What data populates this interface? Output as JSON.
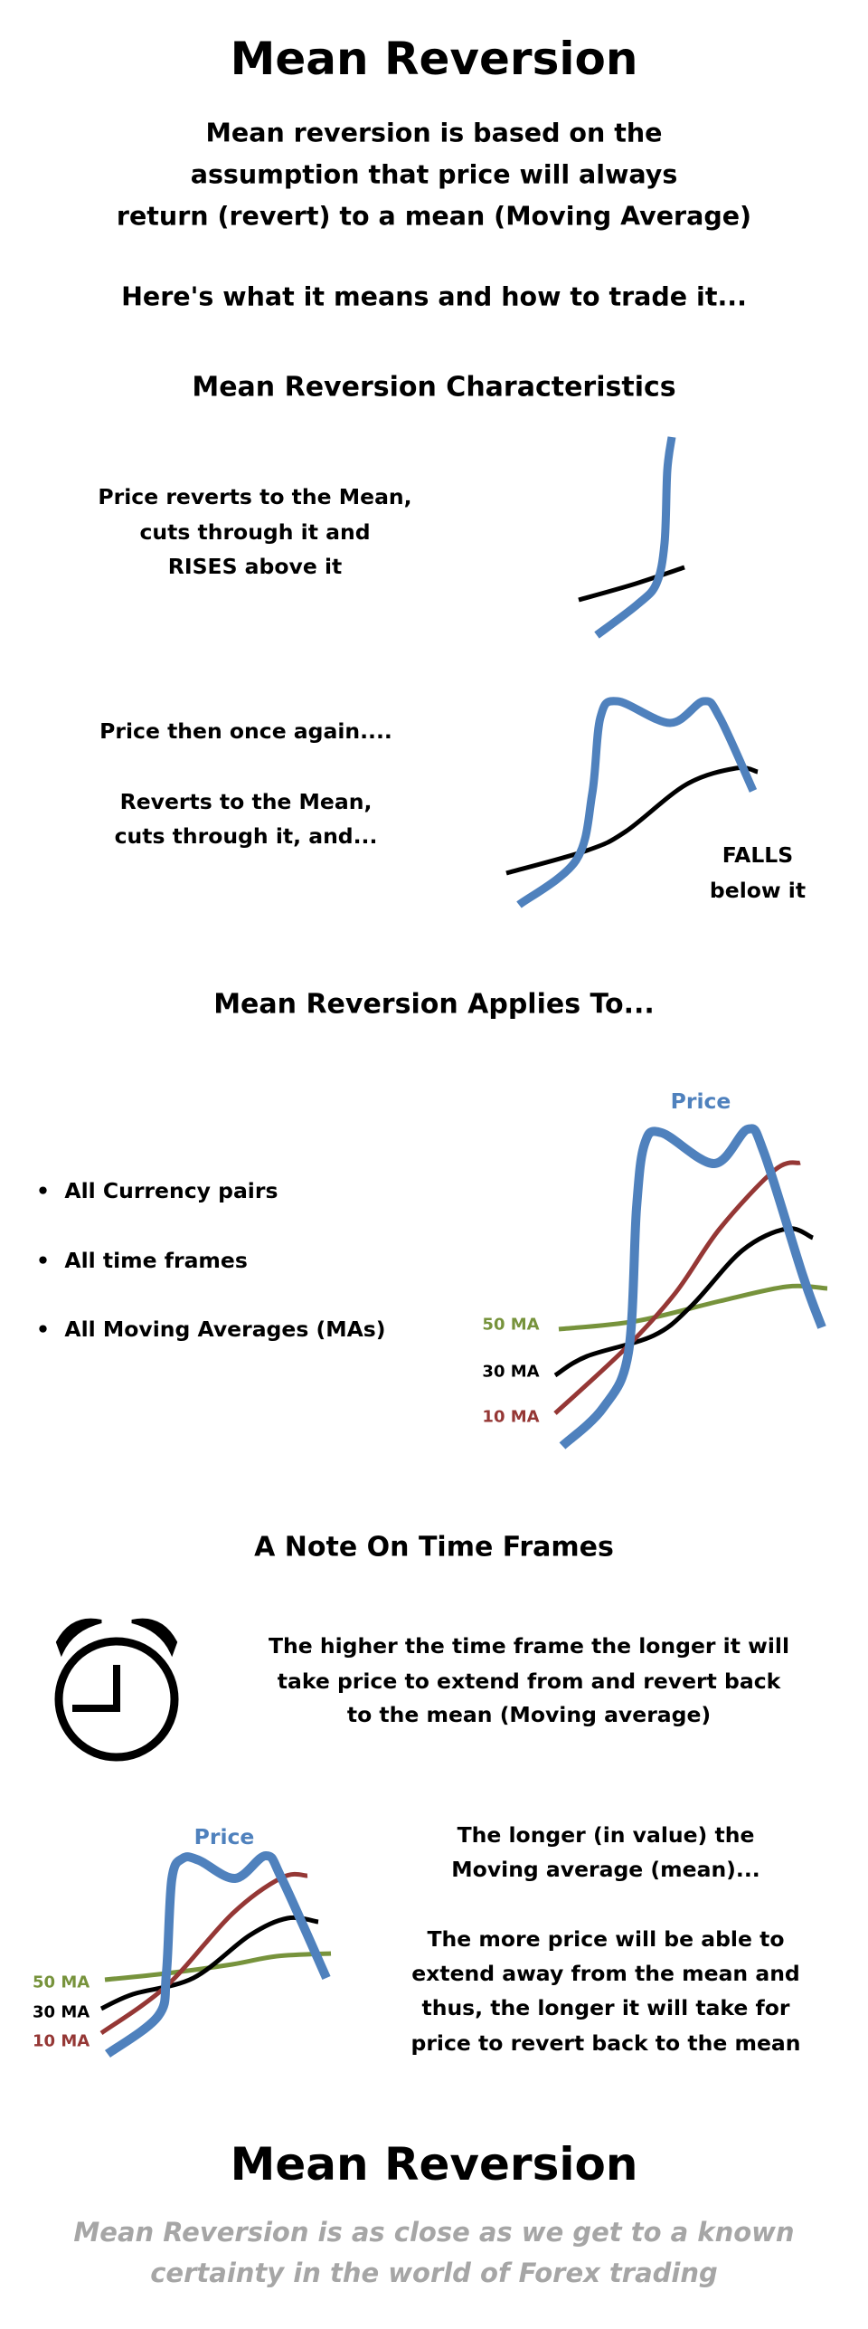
{
  "colors": {
    "price": "#4f81bd",
    "ma10": "#953735",
    "ma30": "#000000",
    "ma50": "#77933c",
    "tagline": "#a6a6a6"
  },
  "title": "Mean Reversion",
  "intro": [
    "Mean reversion is based on the",
    "assumption that price will always",
    "return (revert) to a mean (Moving Average)"
  ],
  "lead": "Here's what it means and how to trade it...",
  "characteristics": {
    "heading": "Mean Reversion Characteristics",
    "block1": [
      "Price reverts to the Mean,",
      "cuts through it and",
      "RISES above it"
    ],
    "block2": [
      "Price then once again....",
      "Reverts to the Mean,",
      "cuts through it, and..."
    ],
    "falls": [
      "FALLS",
      "below it"
    ]
  },
  "applies": {
    "heading": "Mean Reversion Applies To...",
    "items": [
      "All Currency pairs",
      "All time frames",
      "All Moving Averages (MAs)"
    ],
    "price_label": "Price",
    "ma_labels": [
      "50 MA",
      "30 MA",
      "10 MA"
    ]
  },
  "timeframes": {
    "heading": "A Note On Time Frames",
    "icon": "alarm-clock-icon",
    "text1": [
      "The higher the time frame the longer it will",
      "take price to extend from and revert back",
      "to the mean (Moving average)"
    ],
    "price_label": "Price",
    "ma_labels": [
      "50 MA",
      "30 MA",
      "10 MA"
    ],
    "text2": [
      "The longer (in value) the",
      "Moving average (mean)..."
    ],
    "text3": [
      "The more price will be able to",
      "extend away from the mean and",
      "thus, the longer it will take for",
      "price to revert back to the mean"
    ]
  },
  "footer": {
    "title": "Mean Reversion",
    "tagline": [
      "Mean Reversion is as close as we get to a known",
      "certainty in the world of Forex trading"
    ]
  }
}
